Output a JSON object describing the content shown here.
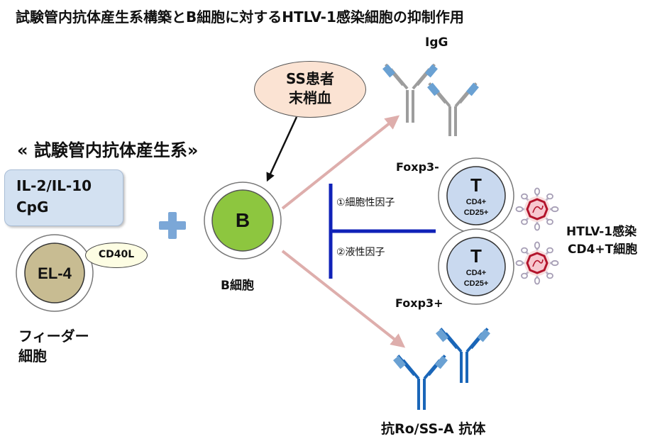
{
  "title": "試験管内抗体産生系構築とB細胞に対するHTLV-1感染細胞の抑制作用",
  "culture_system": {
    "label": "« 試験管内抗体産生系»",
    "stimulants": [
      "IL-2/IL-10",
      "CpG"
    ],
    "feeder_cell": "EL-4",
    "feeder_ligand": "CD40L",
    "feeder_caption": [
      "フィーダー",
      "細胞"
    ]
  },
  "source": {
    "lines": [
      "SS患者",
      "末梢血"
    ]
  },
  "b_cell": {
    "letter": "B",
    "caption": "B細胞"
  },
  "outputs": {
    "top": "IgG",
    "bottom": "抗Ro/SS-A 抗体"
  },
  "inhibition": {
    "factor_1": "①細胞性因子",
    "factor_2": "②液性因子"
  },
  "t_cells": [
    {
      "foxp3": "Foxp3-",
      "letter": "T",
      "markers": [
        "CD4+",
        "CD25+"
      ]
    },
    {
      "foxp3": "Foxp3+",
      "letter": "T",
      "markers": [
        "CD4+",
        "CD25+"
      ]
    }
  ],
  "htlv_label": [
    "HTLV-1感染",
    "CD4+T細胞"
  ],
  "colors": {
    "b_cell_green": "#8dc63f",
    "el4_tan": "#c8bc92",
    "t_cell_blue": "#c9d9ef",
    "stim_box_blue": "#d3e1f1",
    "bubble_peach": "#fbe3d3",
    "arrow_pink": "#deaeac",
    "inhibit_navy": "#1022b8",
    "igg_gray": "#9d9d9d",
    "anti_ro_blue": "#1a66b8",
    "tip_blue": "#6aa1d3",
    "virus_red": "#b3142c",
    "virus_spike": "#bdb6c9",
    "plus_blue": "#7ba7d7"
  }
}
